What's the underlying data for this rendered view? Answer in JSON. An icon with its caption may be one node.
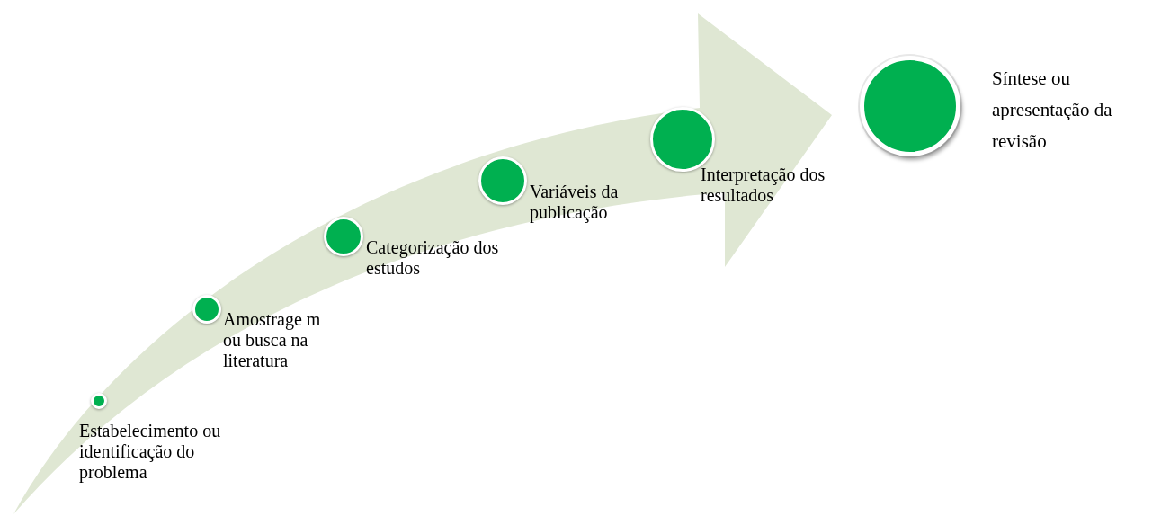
{
  "diagram": {
    "nodes": [
      {
        "text": [
          "Estabelecimento ou identificação do problema"
        ]
      },
      {
        "text": [
          "Amostrage m ou busca na literatura"
        ]
      },
      {
        "text": [
          "Categorização dos estudos"
        ]
      },
      {
        "text": [
          "Variáveis da publicação"
        ]
      },
      {
        "text": [
          "Interpretação dos resultados"
        ]
      },
      {
        "text": [
          "Síntese ou apresentação da revisão"
        ]
      }
    ]
  }
}
